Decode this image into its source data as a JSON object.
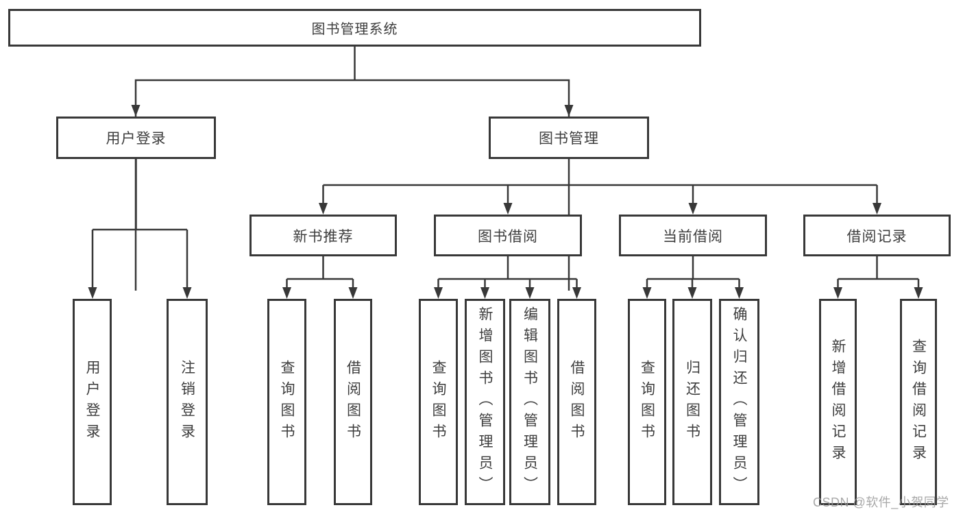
{
  "tree": {
    "label": "图书管理系统",
    "children": [
      {
        "label": "用户登录",
        "children": [
          {
            "label": "用户登录"
          },
          {
            "label": "注销登录"
          }
        ]
      },
      {
        "label": "图书管理",
        "children": [
          {
            "label": "新书推荐",
            "children": [
              {
                "label": "查询图书"
              },
              {
                "label": "借阅图书"
              }
            ]
          },
          {
            "label": "图书借阅",
            "children": [
              {
                "label": "查询图书"
              },
              {
                "label": "新增图书（管理员）"
              },
              {
                "label": "编辑图书（管理员）"
              },
              {
                "label": "借阅图书"
              }
            ]
          },
          {
            "label": "当前借阅",
            "children": [
              {
                "label": "查询图书"
              },
              {
                "label": "归还图书"
              },
              {
                "label": "确认归还（管理员）"
              }
            ]
          },
          {
            "label": "借阅记录",
            "children": [
              {
                "label": "新增借阅记录"
              },
              {
                "label": "查询借阅记录"
              }
            ]
          }
        ]
      }
    ]
  },
  "watermark": {
    "text": "CSDN @软件_小贺同学"
  },
  "colors": {
    "line": "#383838",
    "box_border": "#383838",
    "text": "#3d3d3d",
    "background": "#ffffff",
    "watermark": "#999999"
  }
}
